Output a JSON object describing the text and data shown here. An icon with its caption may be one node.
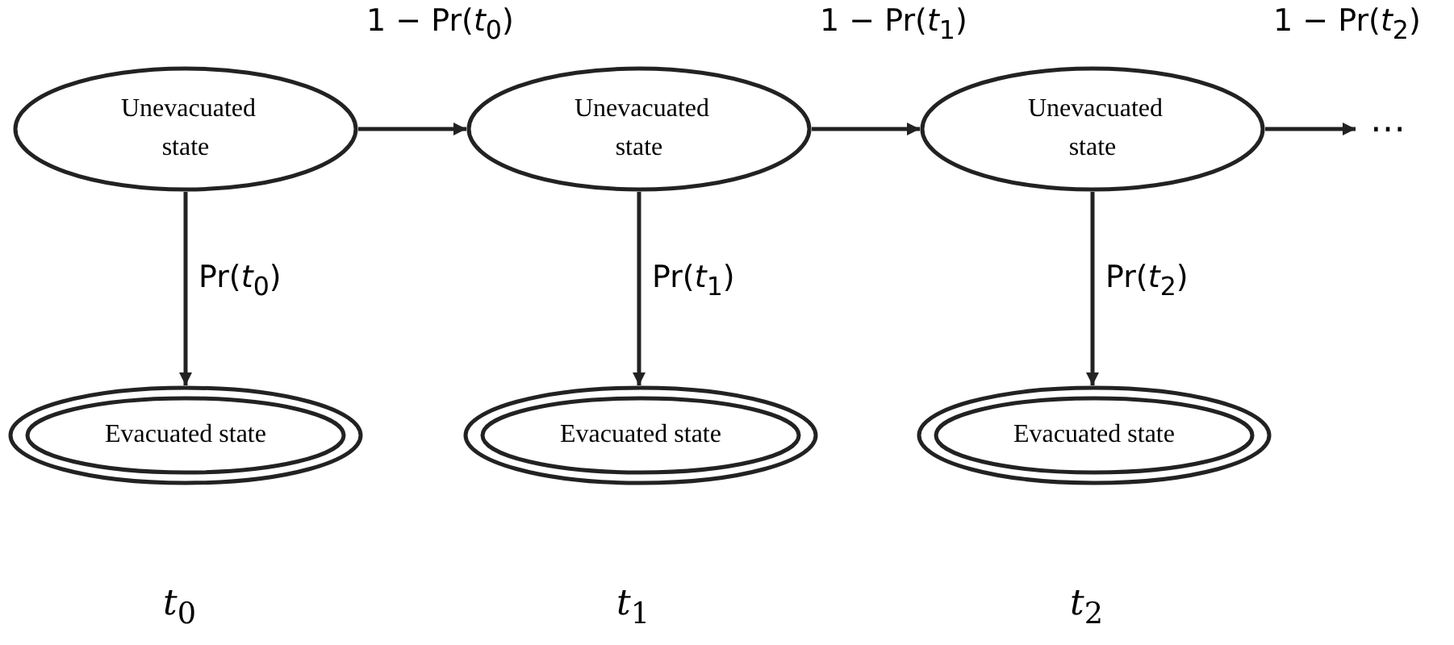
{
  "diagram": {
    "nodes": [
      {
        "text": [
          "Unevacuated state"
        ]
      },
      {
        "text": [
          "Evacuated state"
        ]
      },
      {
        "text": [
          "Unevacuated state"
        ]
      },
      {
        "text": [
          "Evacuated state"
        ]
      },
      {
        "text": [
          "Unevacuated state"
        ]
      },
      {
        "text": [
          "Evacuated state"
        ]
      },
      {
        "text": [
          "⋯"
        ]
      }
    ],
    "edges": [
      {
        "from": 0,
        "to": 2,
        "arrow": "to",
        "label": "1 − Pr(*t*$_{0}$)"
      },
      {
        "from": 0,
        "to": 1,
        "arrow": "to",
        "label": "Pr(*t*$_{0}$)"
      },
      {
        "from": 2,
        "to": 4,
        "arrow": "to",
        "label": "1 − Pr(*t*$_{1}$)"
      },
      {
        "from": 2,
        "to": 3,
        "arrow": "to",
        "label": "Pr(*t*$_{1}$)"
      },
      {
        "from": 4,
        "to": 6,
        "arrow": "to",
        "label": "1 − Pr(*t*$_{2}$)"
      },
      {
        "from": 4,
        "to": 5,
        "arrow": "to",
        "label": "Pr(*t*$_{2}$)"
      }
    ],
    "labels": [
      "*t*$_{0}$",
      "*t*$_{1}$",
      "*t*$_{2}$"
    ]
  }
}
